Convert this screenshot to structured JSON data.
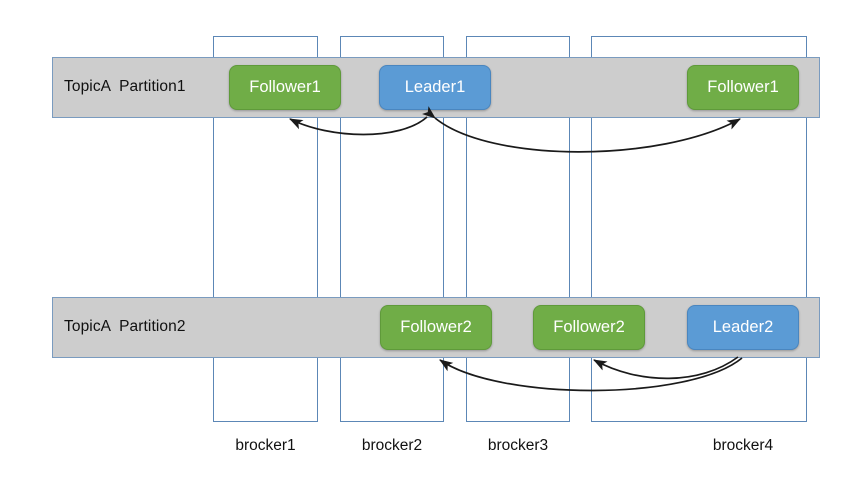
{
  "diagram": {
    "title": "Kafka TopicA partition replication across brokers",
    "colors": {
      "green": "#70ad47",
      "blue": "#5b9bd5",
      "band_gray": "#cdcdcd",
      "band_border": "#7a9bbf",
      "column_border": "#5c87b6",
      "arrow": "#1a1a1a",
      "text_dark": "#111111",
      "text_light": "#ffffff",
      "background": "#ffffff"
    },
    "brokers": [
      {
        "id": "brocker1",
        "label": "brocker1"
      },
      {
        "id": "brocker2",
        "label": "brocker2"
      },
      {
        "id": "brocker3",
        "label": "brocker3"
      },
      {
        "id": "brocker4",
        "label": "brocker4"
      }
    ],
    "partitions": [
      {
        "id": "partition1",
        "label": "TopicA  Partition1",
        "nodes": [
          {
            "broker": "brocker1",
            "label": "Follower1",
            "role": "follower",
            "color": "green"
          },
          {
            "broker": "brocker2",
            "label": "Leader1",
            "role": "leader",
            "color": "blue"
          },
          {
            "broker": "brocker4",
            "label": "Follower1",
            "role": "follower",
            "color": "green"
          }
        ]
      },
      {
        "id": "partition2",
        "label": "TopicA  Partition2",
        "nodes": [
          {
            "broker": "brocker2",
            "label": "Follower2",
            "role": "follower",
            "color": "green"
          },
          {
            "broker": "brocker3",
            "label": "Follower2",
            "role": "follower",
            "color": "green"
          },
          {
            "broker": "brocker4",
            "label": "Leader2",
            "role": "leader",
            "color": "blue"
          }
        ]
      }
    ],
    "replication_links": [
      {
        "from": "Leader1 (brocker2)",
        "to": "Follower1 (brocker1)",
        "partition": "partition1"
      },
      {
        "from": "Leader1 (brocker2)",
        "to": "Follower1 (brocker4)",
        "partition": "partition1"
      },
      {
        "from": "Leader2 (brocker4)",
        "to": "Follower2 (brocker2)",
        "partition": "partition2"
      },
      {
        "from": "Leader2 (brocker4)",
        "to": "Follower2 (brocker3)",
        "partition": "partition2"
      }
    ]
  }
}
